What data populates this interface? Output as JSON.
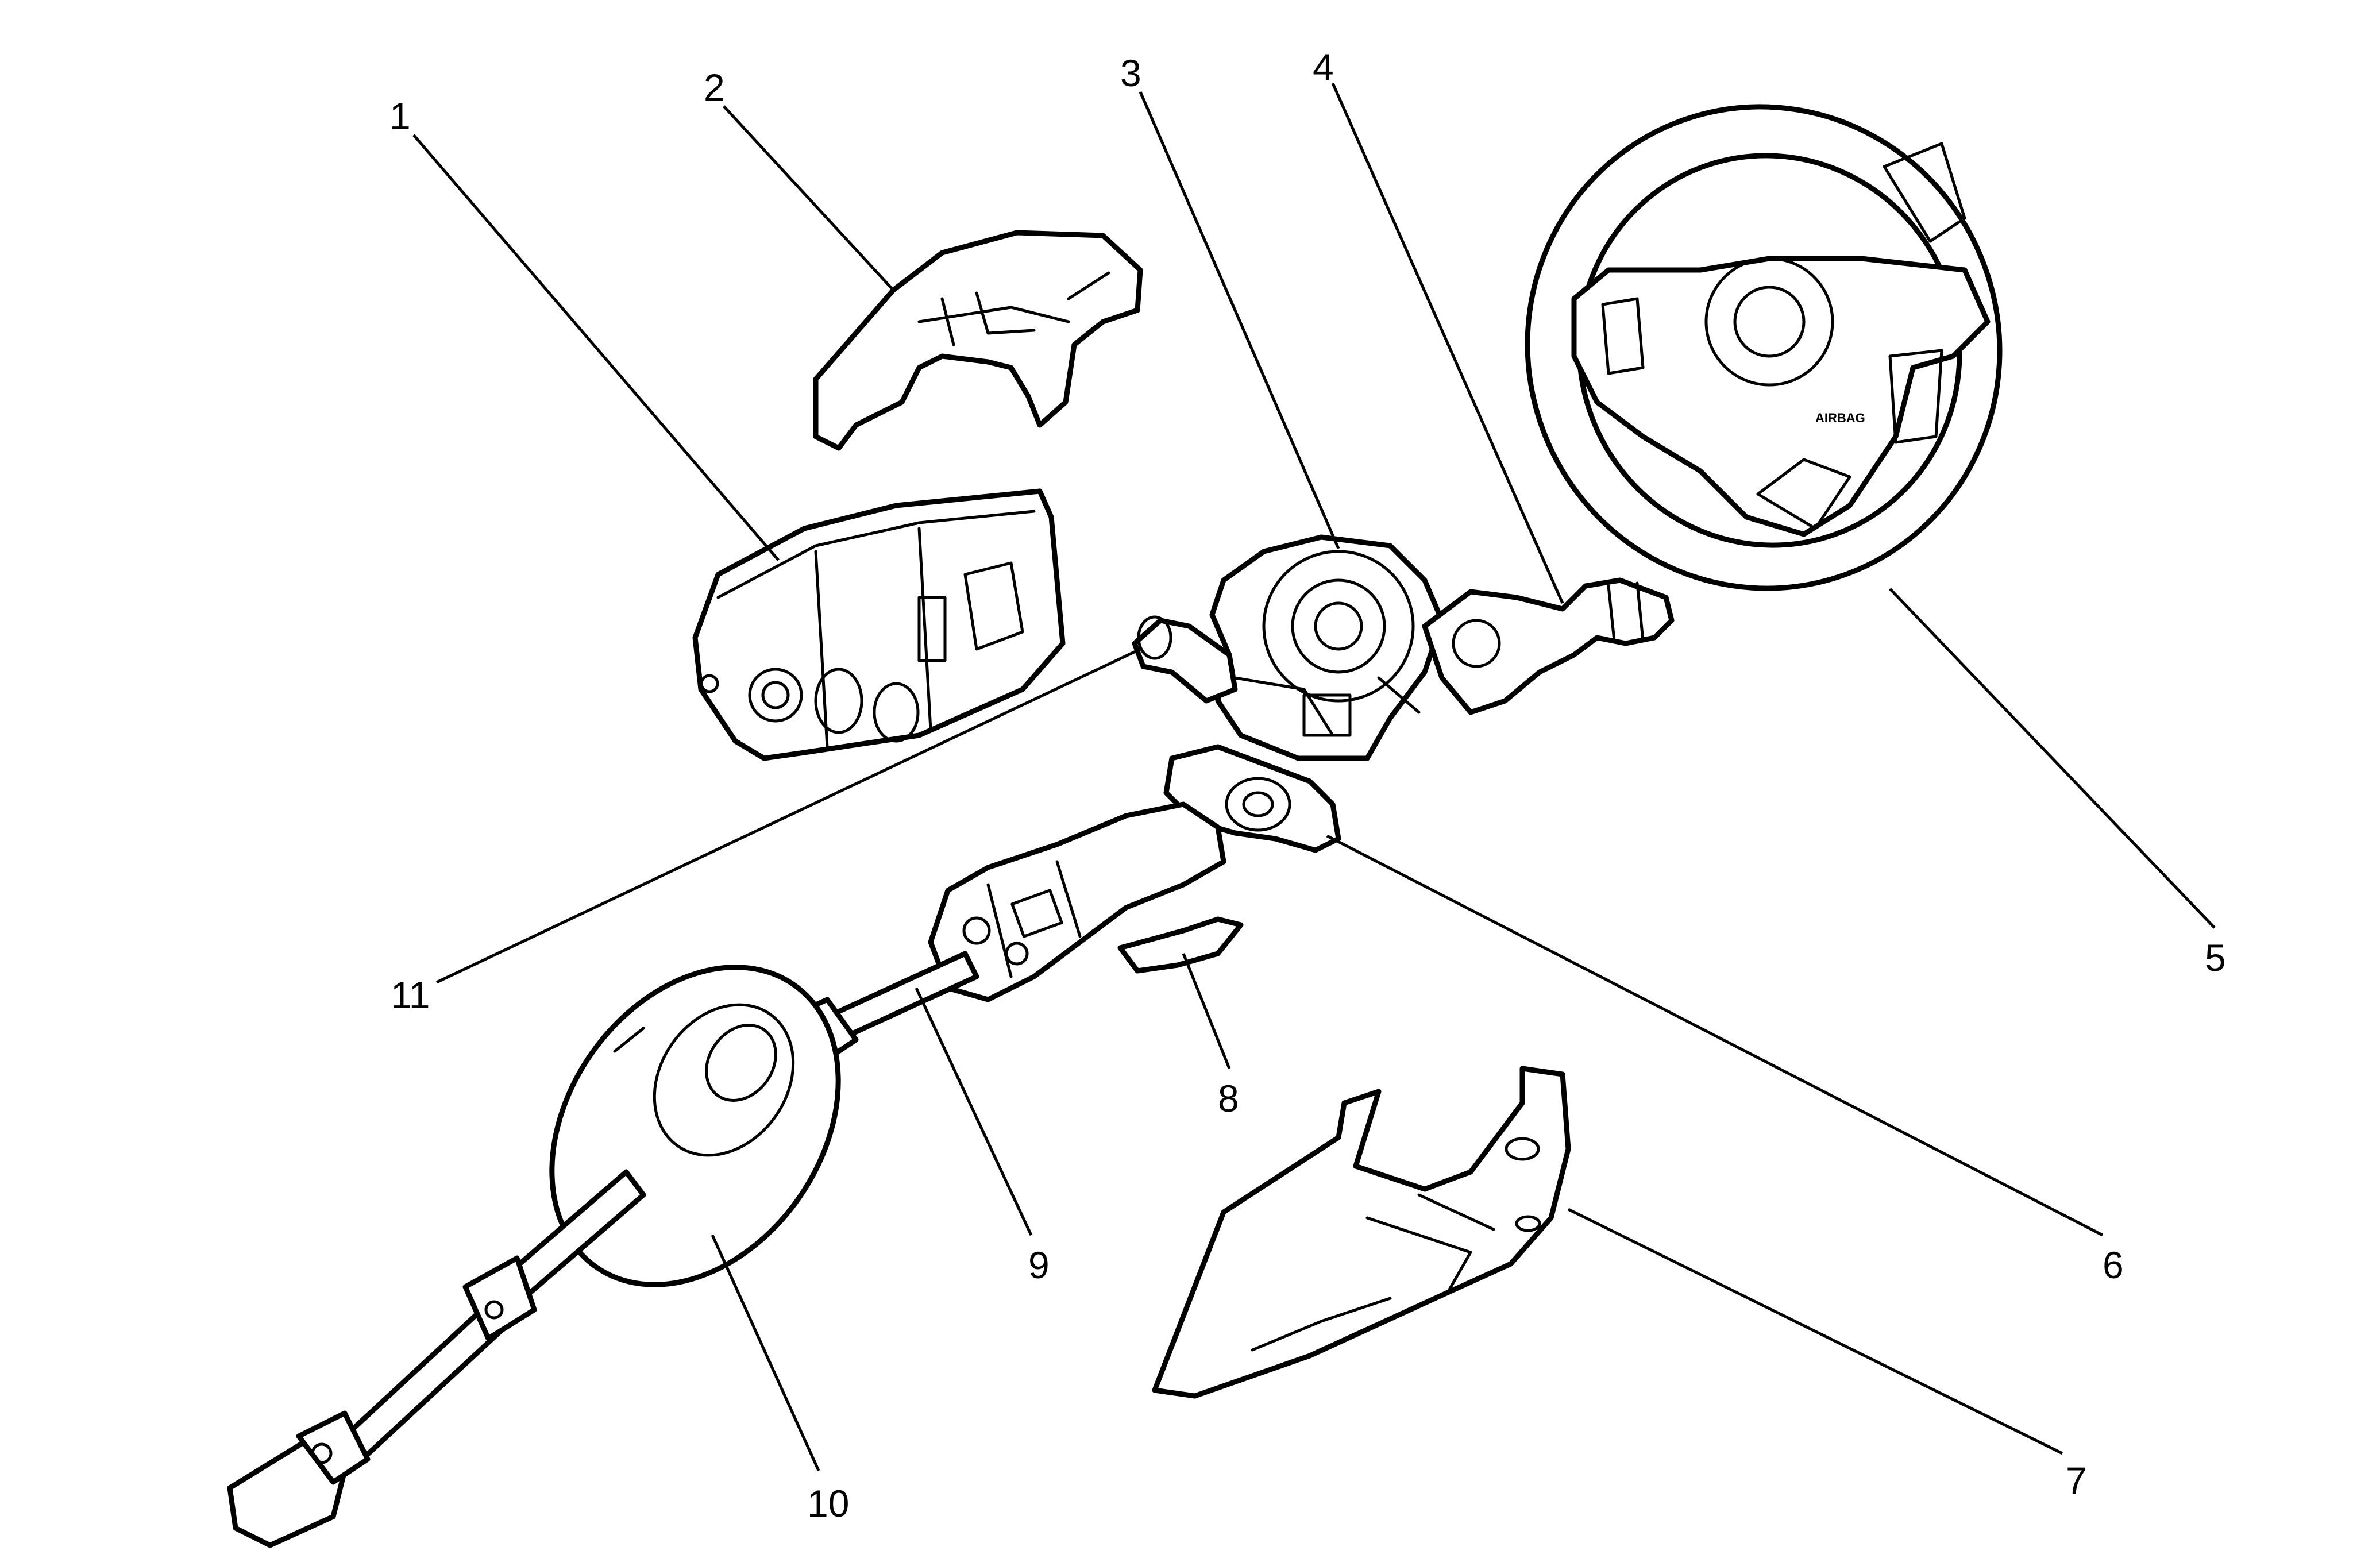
{
  "diagram": {
    "callouts": [
      {
        "id": "1",
        "label": "1"
      },
      {
        "id": "2",
        "label": "2"
      },
      {
        "id": "3",
        "label": "3"
      },
      {
        "id": "4",
        "label": "4"
      },
      {
        "id": "5",
        "label": "5"
      },
      {
        "id": "6",
        "label": "6"
      },
      {
        "id": "7",
        "label": "7"
      },
      {
        "id": "8",
        "label": "8"
      },
      {
        "id": "9",
        "label": "9"
      },
      {
        "id": "10",
        "label": "10"
      },
      {
        "id": "11",
        "label": "11"
      }
    ],
    "airbag_emblem": "AIRBAG"
  }
}
